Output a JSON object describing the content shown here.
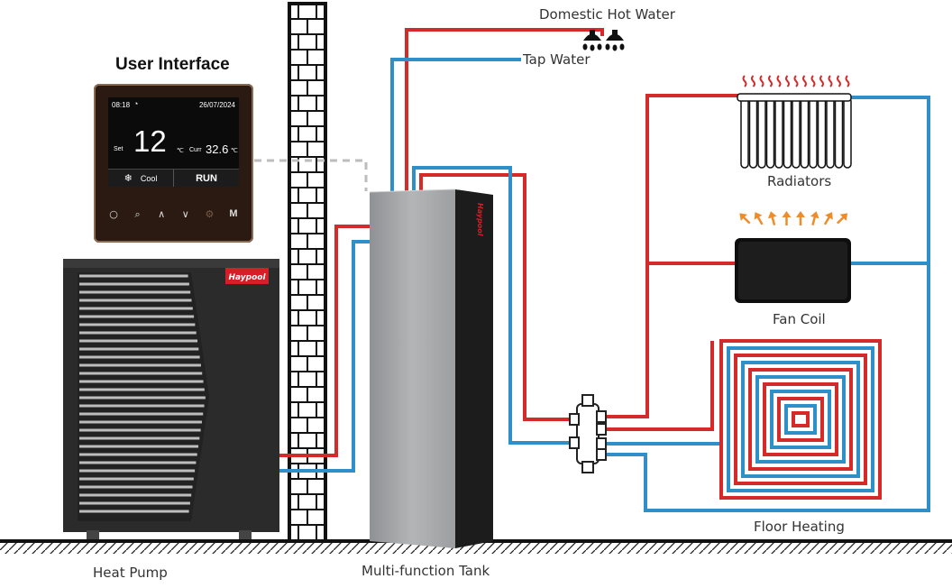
{
  "labels": {
    "user_interface": "User Interface",
    "domestic_hot_water": "Domestic Hot Water",
    "tap_water": "Tap Water",
    "radiators": "Radiators",
    "fan_coil": "Fan Coil",
    "floor_heating": "Floor Heating",
    "heat_pump": "Heat Pump",
    "multi_function_tank": "Multi-function Tank"
  },
  "brand": "Haypool",
  "controller": {
    "time": "08:18",
    "date": "26/07/2024",
    "set_label": "Set",
    "set_value": "12",
    "unit": "℃",
    "current_label": "Curr",
    "current_value": "32.6",
    "mode_label": "Cool",
    "run_label": "RUN",
    "menu_key": "M"
  },
  "colors": {
    "hot_pipe": "#d42a2a",
    "cold_pipe": "#2f8fc9",
    "tank_body": "#a4a6a8",
    "tank_front": "#1c1c1c",
    "heat_pump_body": "#2b2b2b",
    "arrow": "#ef8c2a",
    "brand_red": "#d31f26"
  }
}
